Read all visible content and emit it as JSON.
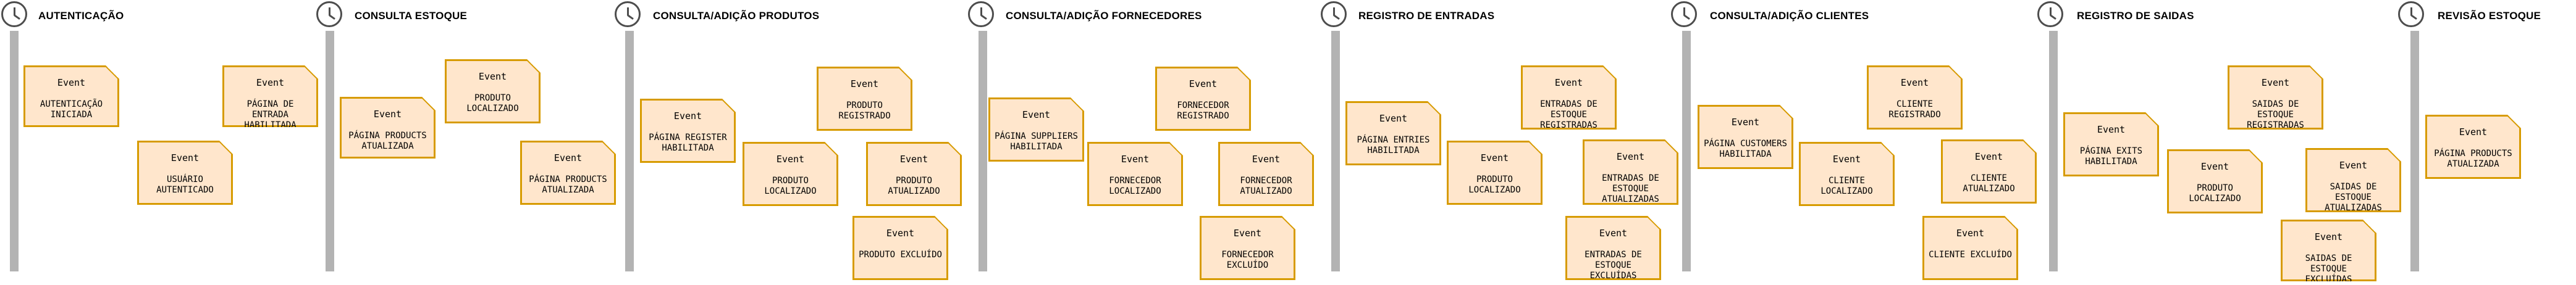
{
  "event_label": "Event",
  "lanes": [
    {
      "title": "AUTENTICAÇÃO",
      "events": [
        "AUTENTICAÇÃO INICIADA",
        "USUÁRIO AUTENTICADO",
        "PÁGINA DE ENTRADA HABILITADA"
      ]
    },
    {
      "title": "CONSULTA ESTOQUE",
      "events": [
        "PÁGINA PRODUCTS ATUALIZADA",
        "PRODUTO LOCALIZADO",
        "PÁGINA PRODUCTS ATUALIZADA"
      ]
    },
    {
      "title": "CONSULTA/ADIÇÃO PRODUTOS",
      "events": [
        "PÁGINA REGISTER HABILITADA",
        "PRODUTO LOCALIZADO",
        "PRODUTO REGISTRADO",
        "PRODUTO ATUALIZADO",
        "PRODUTO EXCLUÍDO"
      ]
    },
    {
      "title": "CONSULTA/ADIÇÃO FORNECEDORES",
      "events": [
        "PÁGINA SUPPLIERS HABILITADA",
        "FORNECEDOR LOCALIZADO",
        "FORNECEDOR REGISTRADO",
        "FORNECEDOR ATUALIZADO",
        "FORNECEDOR EXCLUÍDO"
      ]
    },
    {
      "title": "REGISTRO DE ENTRADAS",
      "events": [
        "PÁGINA ENTRIES HABILITADA",
        "PRODUTO LOCALIZADO",
        "ENTRADAS DE ESTOQUE REGISTRADAS",
        "ENTRADAS DE ESTOQUE ATUALIZADAS",
        "ENTRADAS DE ESTOQUE EXCLUÍDAS"
      ]
    },
    {
      "title": "CONSULTA/ADIÇÃO CLIENTES",
      "events": [
        "PÁGINA CUSTOMERS HABILITADA",
        "CLIENTE LOCALIZADO",
        "CLIENTE REGISTRADO",
        "CLIENTE ATUALIZADO",
        "CLIENTE EXCLUÍDO"
      ]
    },
    {
      "title": "REGISTRO DE SAIDAS",
      "events": [
        "PÁGINA EXITS HABILITADA",
        "PRODUTO LOCALIZADO",
        "SAIDAS DE ESTOQUE REGISTRADAS",
        "SAIDAS DE ESTOQUE ATUALIZADAS",
        "SAIDAS DE ESTOQUE EXCLUÍDAS"
      ]
    },
    {
      "title": "REVISÃO ESTOQUE",
      "events": [
        "PÁGINA PRODUCTS ATUALIZADA"
      ]
    }
  ]
}
